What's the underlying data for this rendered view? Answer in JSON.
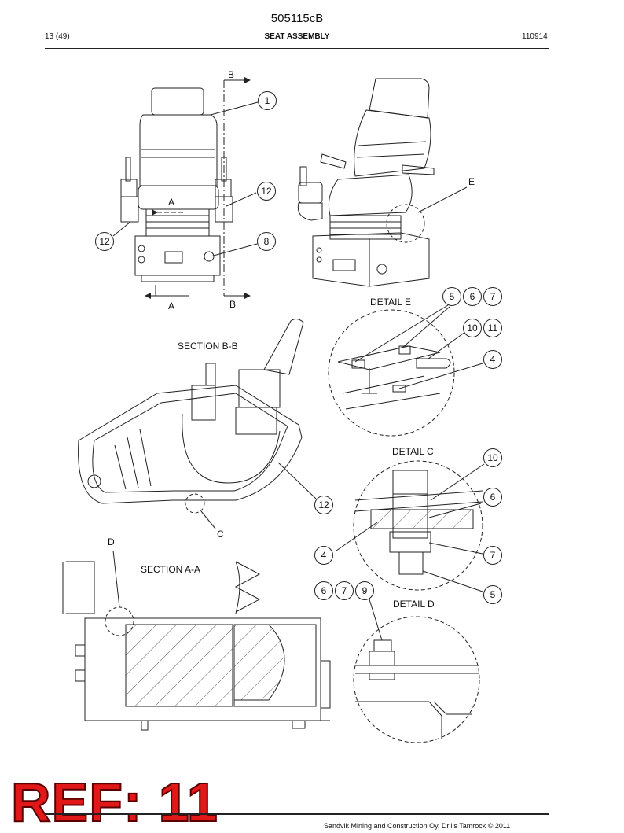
{
  "header": {
    "doc_number": "505115cB",
    "page": "13 (49)",
    "title": "SEAT ASSEMBLY",
    "date": "110914"
  },
  "labels": {
    "section_a_top": "A",
    "section_a_bottom": "A",
    "section_b_top": "B",
    "section_b_bottom": "B",
    "detail_e_marker": "E",
    "section_bb": "SECTION B-B",
    "detail_e": "DETAIL E",
    "detail_c": "DETAIL C",
    "detail_c_marker": "C",
    "detail_d_marker": "D",
    "section_aa": "SECTION A-A",
    "detail_d": "DETAIL D"
  },
  "callouts": {
    "front_1": "1",
    "front_12_right": "12",
    "front_12_left": "12",
    "front_8": "8",
    "e_5": "5",
    "e_6": "6",
    "e_7": "7",
    "e_10": "10",
    "e_11": "11",
    "e_4": "4",
    "bb_12": "12",
    "c_10": "10",
    "c_6": "6",
    "c_4": "4",
    "c_7": "7",
    "c_5": "5",
    "d_6": "6",
    "d_7": "7",
    "d_9": "9"
  },
  "stamp": "REF: 11",
  "footer": "Sandvik Mining and Construction Oy, Drills Tamrock © 2011"
}
